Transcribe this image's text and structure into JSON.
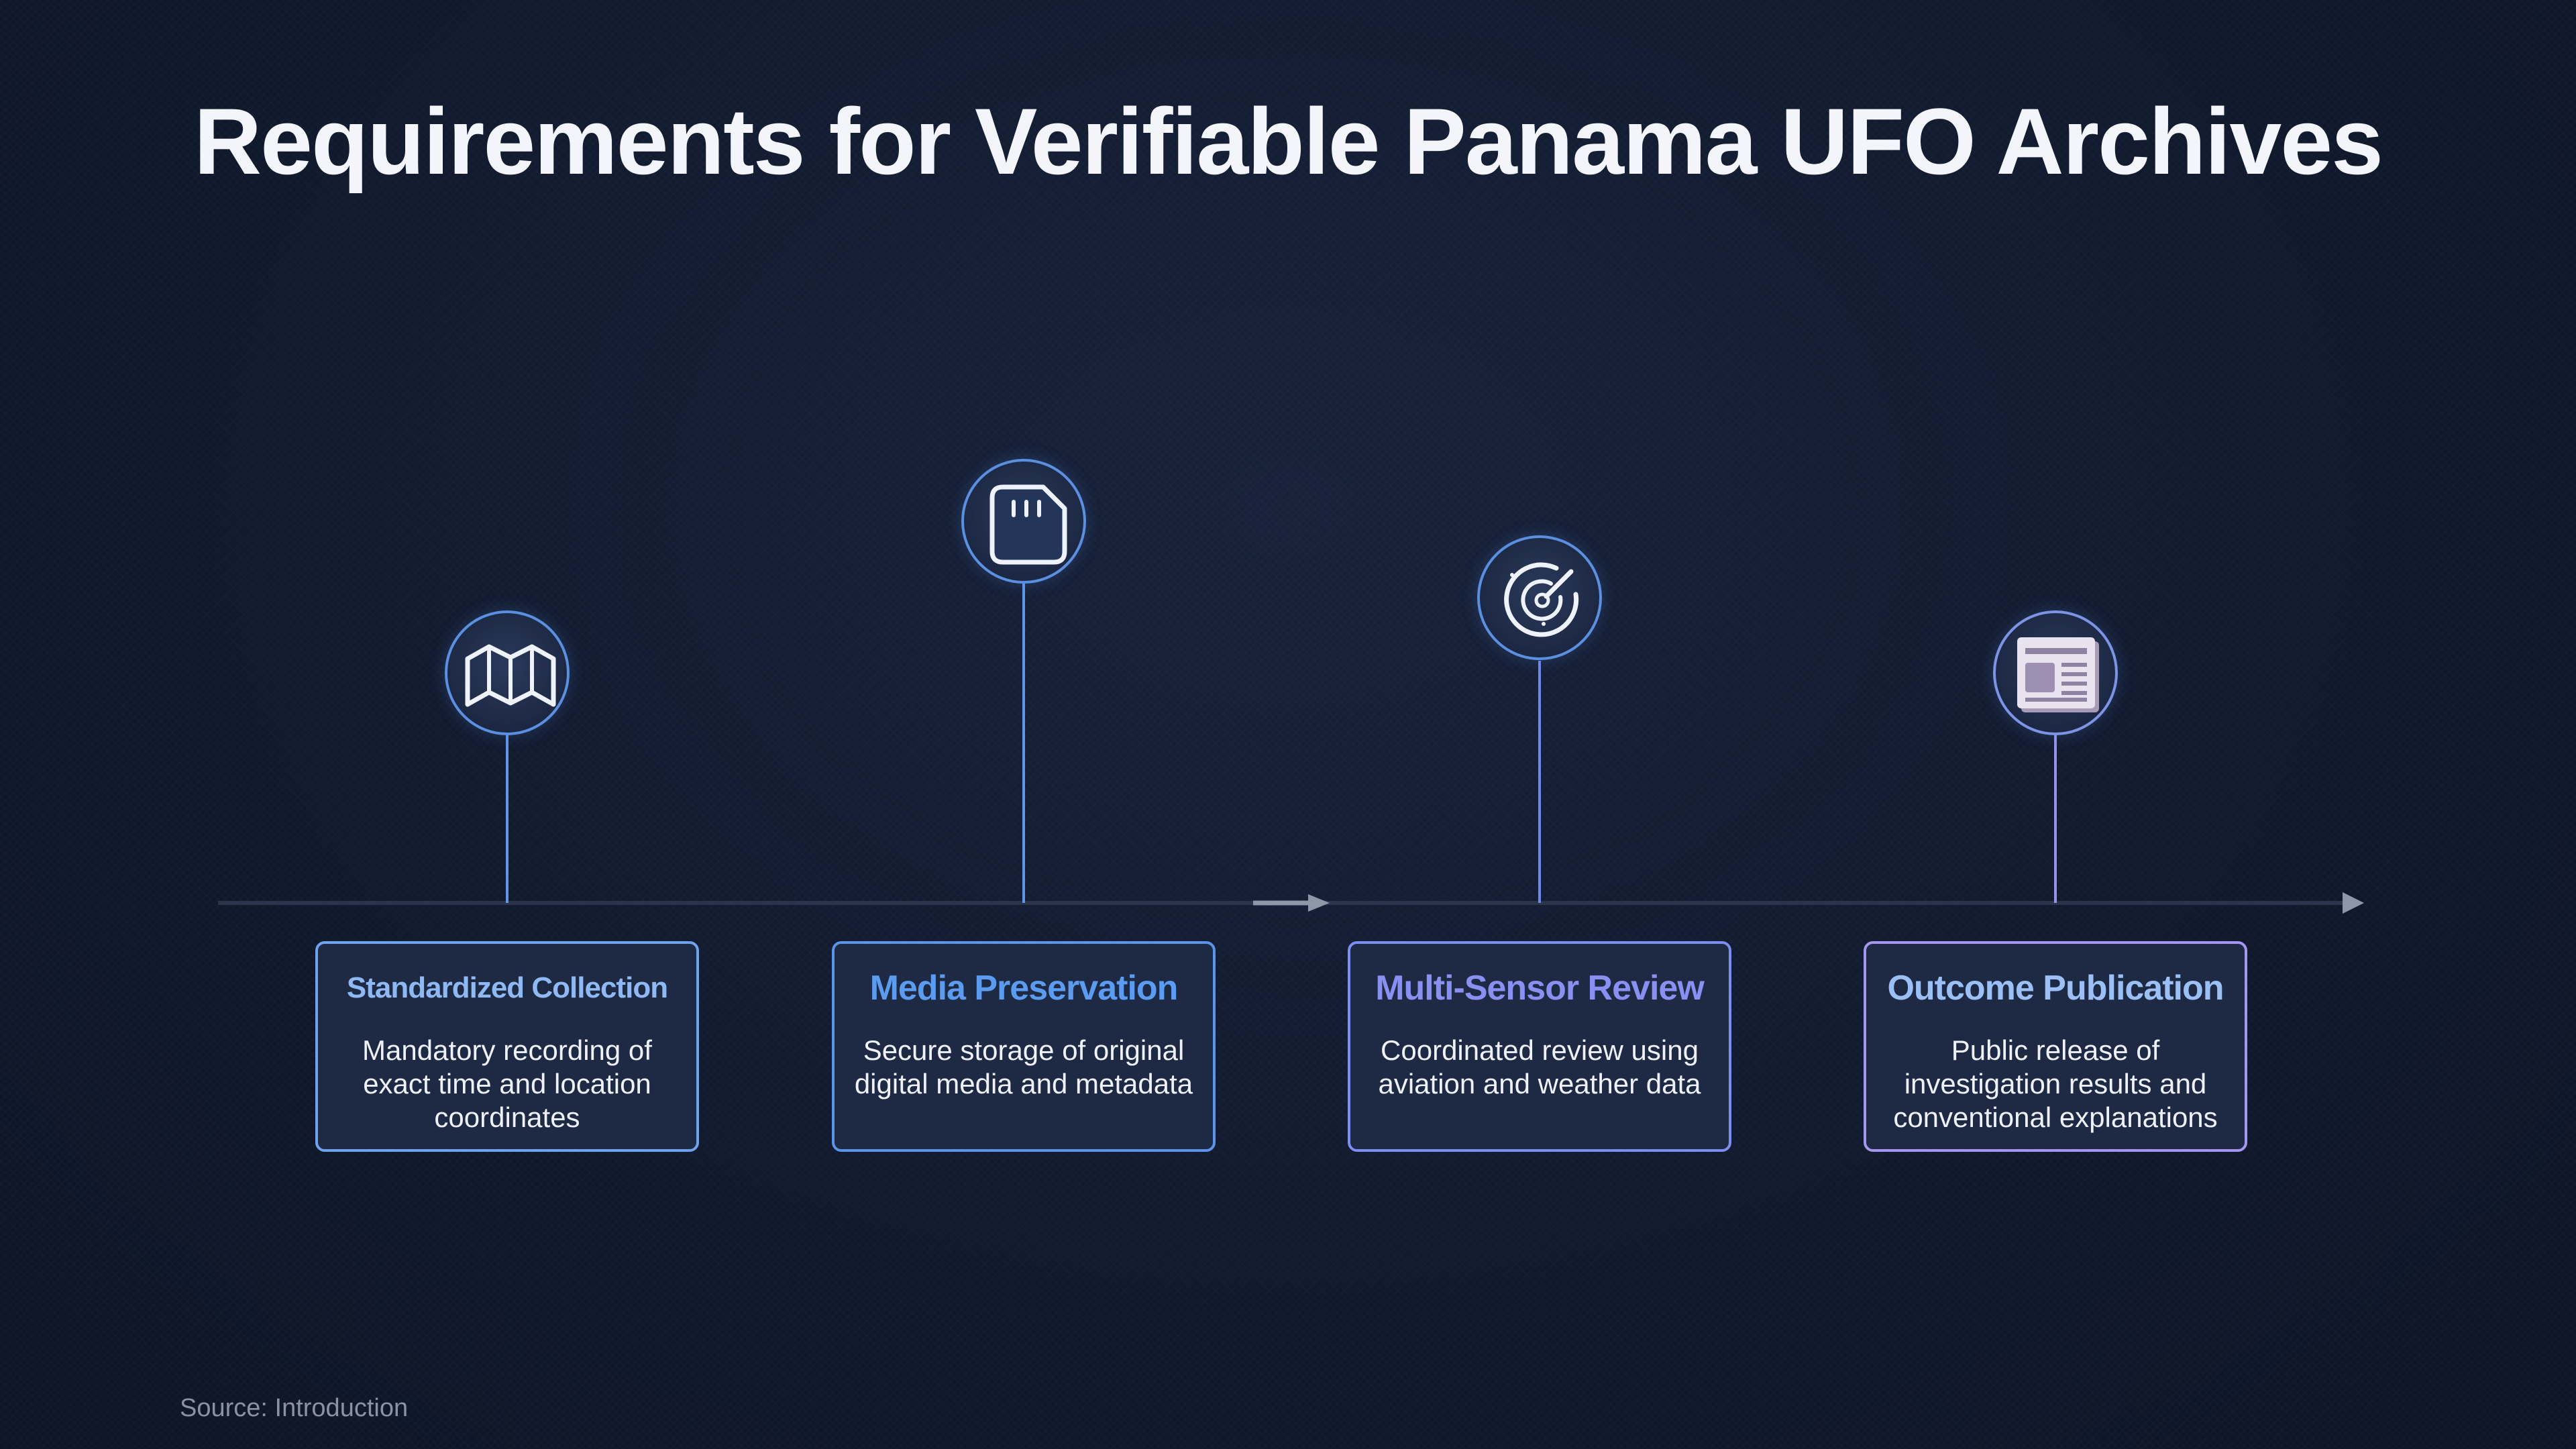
{
  "title": "Requirements for Verifiable Panama UFO Archives",
  "source": "Source: Introduction",
  "colors": {
    "background": "#111a2e",
    "timeline": "#2a354b",
    "card_fill": "#1e2a43"
  },
  "steps": [
    {
      "title": "Standardized Collection",
      "description": "Mandatory recording of exact time and location coordinates",
      "icon": "map-icon",
      "accent": "#6fa3ee",
      "title_color": "#8fb9f5"
    },
    {
      "title": "Media Preservation",
      "description": "Secure storage of original digital media and metadata",
      "icon": "sd-card-icon",
      "accent": "#5b95ea",
      "title_color": "#5b9cf0"
    },
    {
      "title": "Multi-Sensor Review",
      "description": "Coordinated review using aviation and weather data",
      "icon": "radar-icon",
      "accent": "#7b8ff0",
      "title_color": "#8a8ff2"
    },
    {
      "title": "Outcome Publication",
      "description": "Public release of investigation results and conventional explanations",
      "icon": "newspaper-icon",
      "accent": "#a895f0",
      "title_color": "#9cc0f6"
    }
  ]
}
